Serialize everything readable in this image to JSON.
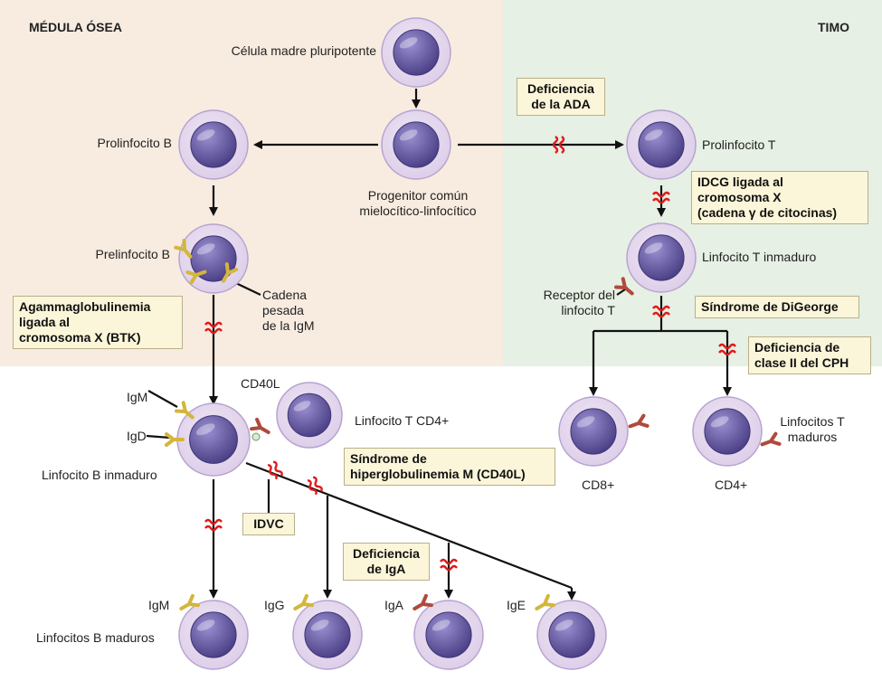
{
  "regions": {
    "bone_marrow": "MÉDULA ÓSEA",
    "thymus": "TIMO"
  },
  "cells": {
    "stem": "Célula madre pluripotente",
    "common_progenitor": [
      "Progenitor común",
      "mielocítico-linfocítico"
    ],
    "pro_b": "Prolinfocito B",
    "pre_b": "Prelinfocito B",
    "igm_heavy_chain": [
      "Cadena",
      "pesada",
      "de la IgM"
    ],
    "pro_t": "Prolinfocito T",
    "immature_t": "Linfocito T inmaduro",
    "t_receptor": [
      "Receptor del",
      "linfocito T"
    ],
    "cd40l": "CD40L",
    "t_cd4": "Linfocito T CD4+",
    "immature_b": "Linfocito B inmaduro",
    "igm": "IgM",
    "igd": "IgD",
    "cd8": "CD8+",
    "cd4": "CD4+",
    "mature_t": [
      "Linfocitos T",
      "maduros"
    ],
    "mature_b": "Linfocitos B maduros",
    "out_igm": "IgM",
    "out_igg": "IgG",
    "out_iga": "IgA",
    "out_ige": "IgE"
  },
  "defects": {
    "ada": [
      "Deficiencia",
      "de la ADA"
    ],
    "scid_x": [
      "IDCG ligada al",
      "cromosoma X",
      "(cadena γ de citocinas)"
    ],
    "btk": [
      "Agammaglobulinemia",
      "ligada al",
      "cromosoma X (BTK)"
    ],
    "digeorge": "Síndrome de DiGeorge",
    "mhc2": [
      "Deficiencia de",
      "clase II del CPH"
    ],
    "hyper_igm": [
      "Síndrome de",
      "hiperglobulinemia M (CD40L)"
    ],
    "cvid": "IDVC",
    "iga": [
      "Deficiencia",
      "de IgA"
    ]
  },
  "colors": {
    "bone_marrow_bg": "#f8ece0",
    "thymus_bg": "#e6f0e4",
    "cell_outer": "#ddcfe9",
    "cell_nucleus": "#6f5fa8",
    "receptor_yellow": "#d4b63a",
    "receptor_red": "#b04a3c",
    "block_red": "#e01a1a",
    "box_fill": "#fbf6d9"
  }
}
